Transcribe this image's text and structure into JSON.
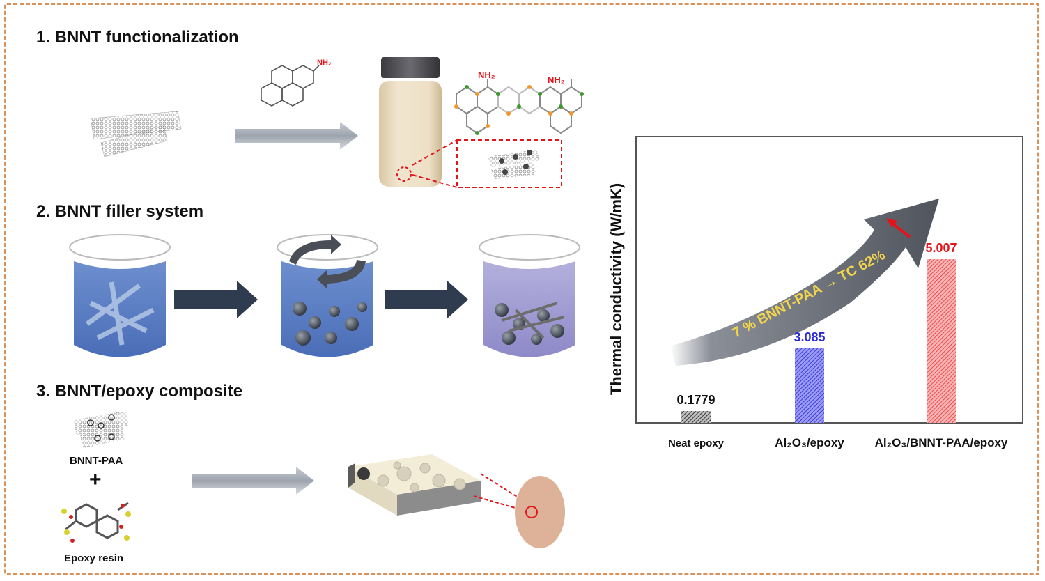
{
  "sections": [
    {
      "label": "1. BNNT functionalization"
    },
    {
      "label": "2. BNNT filler system"
    },
    {
      "label": "3. BNNT/epoxy composite"
    }
  ],
  "step1": {
    "reagent_group": "NH₂",
    "sheet_groups": [
      "NH₂",
      "NH₂"
    ],
    "icons": [
      "bnnt-tube-icon",
      "aminopyrene-molecule-icon",
      "right-arrow-icon",
      "vial-icon",
      "bnnt-lattice-icon",
      "zoom-inset-icon"
    ]
  },
  "step2": {
    "icons": [
      "beaker-bnnt-icon",
      "right-arrow-icon",
      "beaker-stirring-icon",
      "rotation-arrows-icon",
      "right-arrow-icon",
      "beaker-composite-filler-icon"
    ]
  },
  "step3": {
    "component_a": "BNNT-PAA",
    "plus": "+",
    "component_b": "Epoxy resin",
    "icons": [
      "bnnt-paa-icon",
      "epoxy-molecule-icon",
      "right-arrow-icon",
      "composite-block-icon",
      "composite-disc-icon"
    ]
  },
  "colors": {
    "border": "#d9925a",
    "neat_bar": "#3a3a3a",
    "al2o3_bar": "#3b3bdc",
    "bnnt_bar": "#ec4a4a",
    "annotation_text": "#f2d54a",
    "highlight_red": "#e4141b"
  },
  "chart_data": {
    "type": "bar",
    "title": "",
    "xlabel": "",
    "ylabel": "Thermal conductivity  (W/mK)",
    "categories": [
      "Neat epoxy",
      "Al₂O₃/epoxy",
      "Al₂O₃/BNNT-PAA/epoxy"
    ],
    "values": [
      0.1779,
      3.085,
      5.007
    ],
    "value_labels": [
      "0.1779",
      "3.085",
      "5.007"
    ],
    "value_label_colors": [
      "#111111",
      "#2b2bd8",
      "#e4141b"
    ],
    "grid": false,
    "y_ticks_shown": false,
    "annotation": "7 % BNNT-PAA → TC 62%",
    "bar_fill": "hatched"
  }
}
